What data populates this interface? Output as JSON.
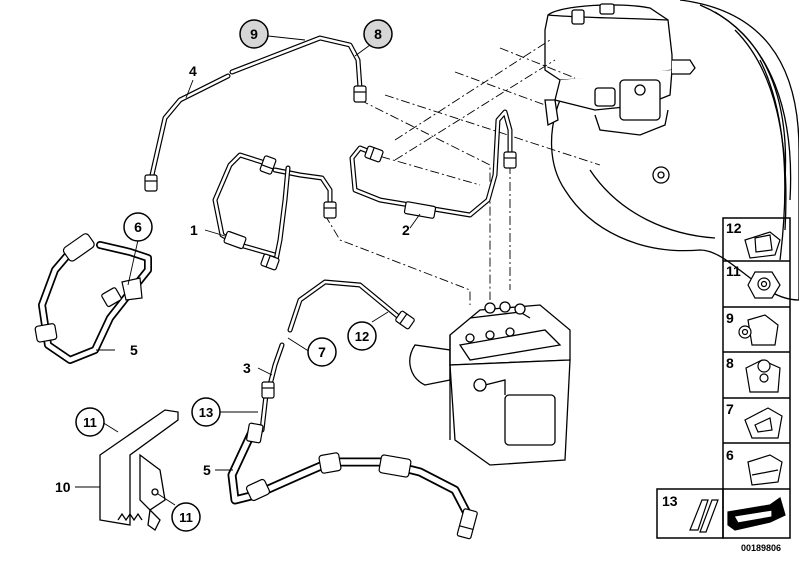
{
  "callouts": {
    "c9_top": "9",
    "c8_top": "8",
    "c6": "6",
    "c7": "7",
    "c12": "12",
    "c13": "13",
    "c11_upper": "11",
    "c11_lower": "11"
  },
  "plain_labels": {
    "l4": "4",
    "l1": "1",
    "l2": "2",
    "l5_left": "5",
    "l3": "3",
    "l5_bottom": "5",
    "l10": "10"
  },
  "legend": {
    "items": [
      "12",
      "11",
      "9",
      "8",
      "7",
      "6"
    ],
    "bottom_left": "13"
  },
  "reference_number": "00189806"
}
